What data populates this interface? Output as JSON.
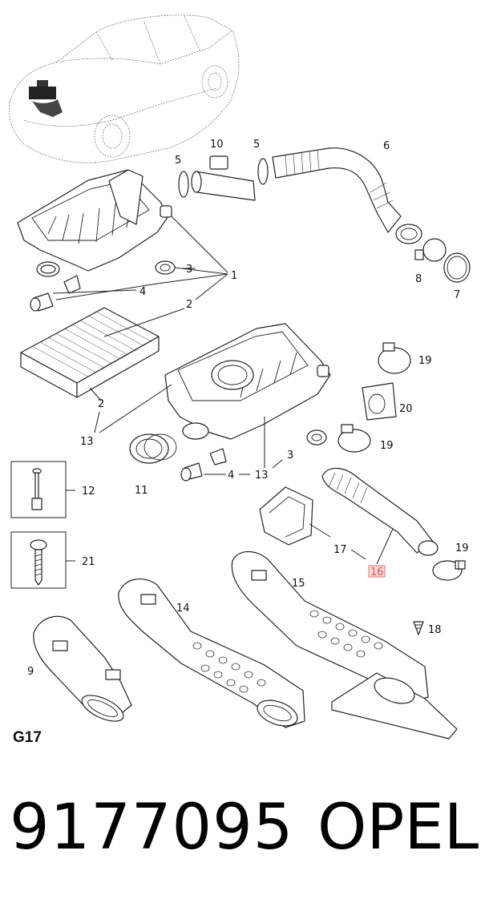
{
  "diagram": {
    "code": "G17",
    "callouts": [
      "1",
      "2",
      "3",
      "4",
      "5",
      "6",
      "7",
      "8",
      "9",
      "10",
      "11",
      "12",
      "13",
      "14",
      "15",
      "16",
      "17",
      "18",
      "19",
      "20",
      "21"
    ],
    "highlighted_callout": "16",
    "highlight_color": "#f9dada"
  },
  "footer": {
    "part_number": "9177095",
    "brand": "OPEL"
  }
}
